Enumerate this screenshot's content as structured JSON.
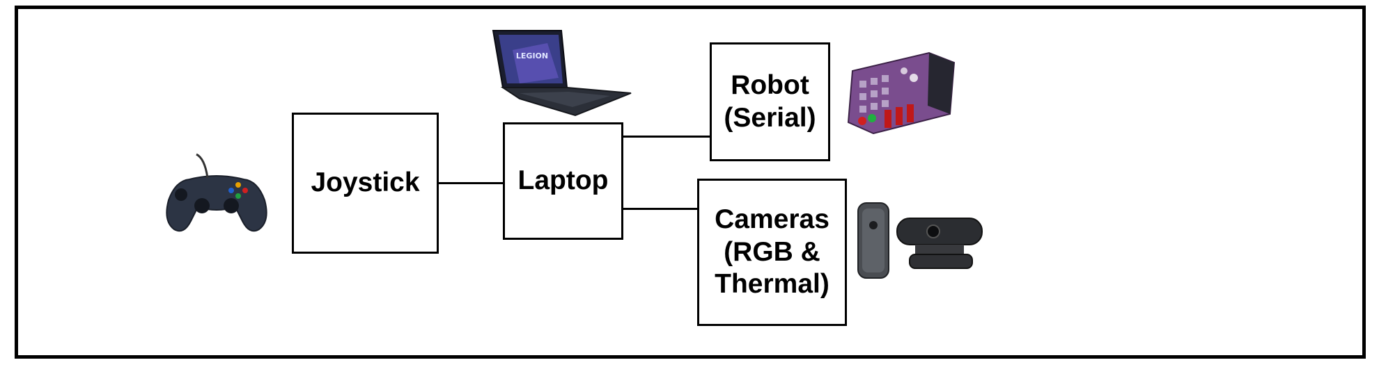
{
  "nodes": {
    "joystick": {
      "label": "Joystick"
    },
    "laptop": {
      "label": "Laptop"
    },
    "robot": {
      "label": "Robot\n(Serial)"
    },
    "cameras": {
      "label": "Cameras\n(RGB &\nThermal)"
    }
  },
  "edges": [
    {
      "from": "joystick",
      "to": "laptop"
    },
    {
      "from": "laptop",
      "to": "robot"
    },
    {
      "from": "laptop",
      "to": "cameras"
    }
  ],
  "images": {
    "laptop_screen_text": "LEGION"
  },
  "icons": [
    "gamepad-icon",
    "laptop-icon",
    "robot-board-icon",
    "thermal-camera-icon",
    "webcam-icon"
  ]
}
